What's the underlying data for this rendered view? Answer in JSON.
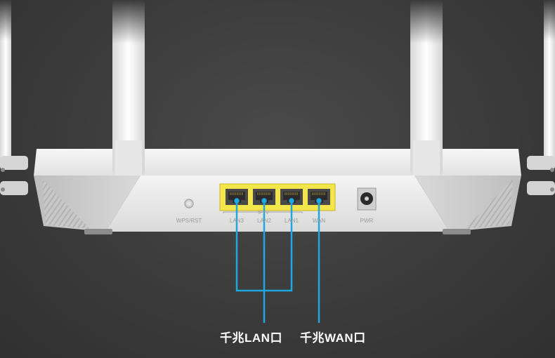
{
  "ports": {
    "wps_label": "WPS/RST",
    "ipv_label": "IPTV",
    "lan3": "LAN3",
    "lan2": "LAN2",
    "lan1": "LAN1",
    "wan": "WAN",
    "pwr": "PWR"
  },
  "callouts": {
    "lan": "千兆LAN口",
    "wan": "千兆WAN口"
  },
  "colors": {
    "background": "#3a3a3a",
    "router_body": "#eeeeee",
    "port_panel": "#f2e64a",
    "callout_line": "#1fa8e0"
  }
}
